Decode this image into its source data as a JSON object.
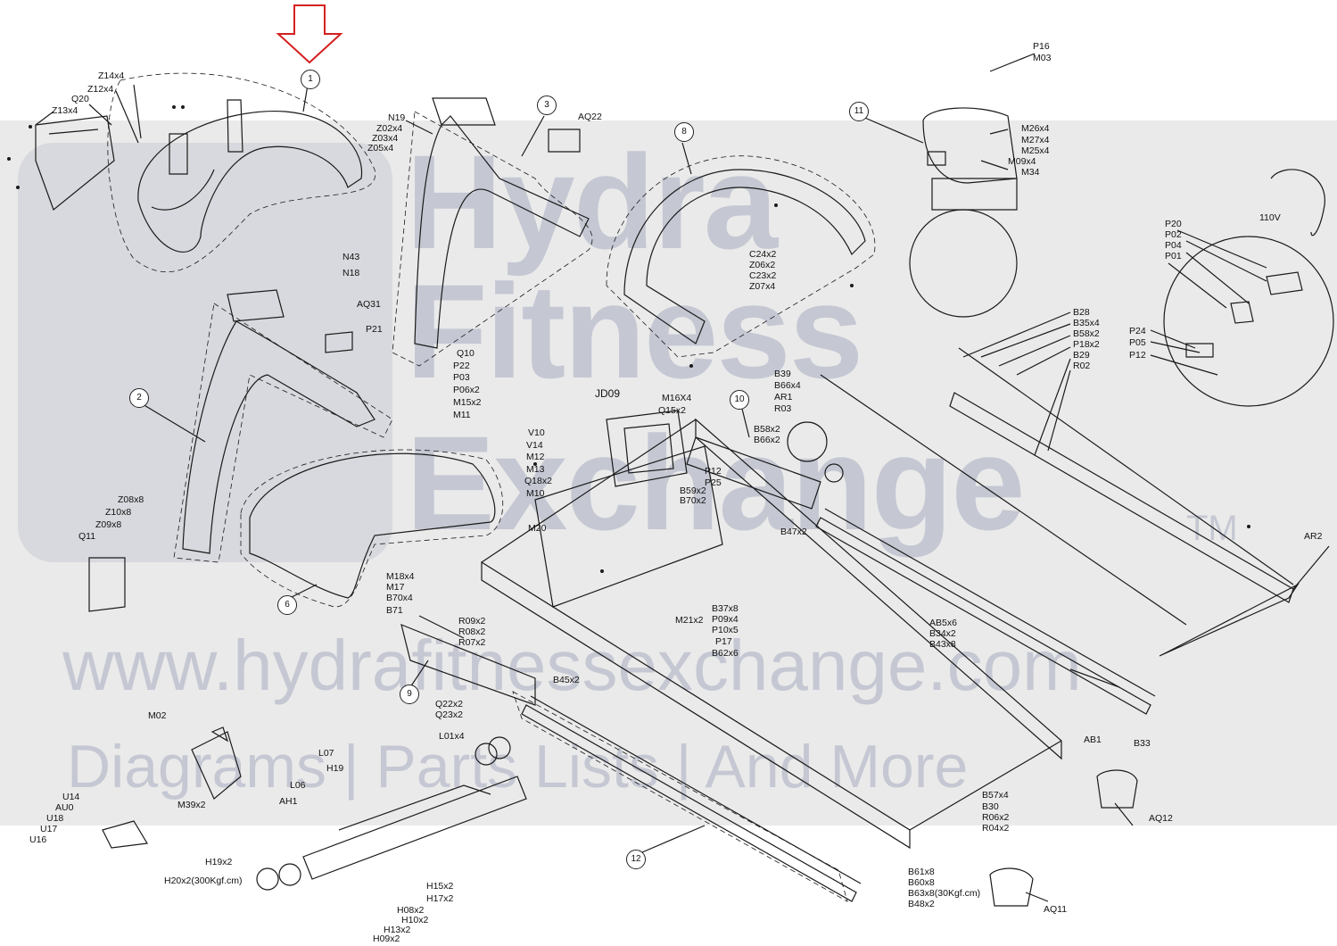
{
  "watermark": {
    "line1": "Hydra",
    "line2": "Fitness",
    "line3": "Exchange",
    "tm": "TM",
    "url": "www.hydrafitnessexchange.com",
    "tagline": "Diagrams | Parts Lists | And More"
  },
  "callouts": [
    "1",
    "2",
    "3",
    "6",
    "8",
    "9",
    "10",
    "11",
    "12"
  ],
  "parts": {
    "p1": [
      "Z14x4",
      "Z12x4",
      "Q20",
      "Z13x4"
    ],
    "p2": [
      "N19",
      "Z02x4",
      "Z03x4",
      "Z05x4"
    ],
    "p3": [
      "AQ22"
    ],
    "p4": [
      "N43",
      "N18"
    ],
    "p5": [
      "AQ31",
      "P21"
    ],
    "p6": [
      "Q10",
      "P22",
      "P03",
      "P06x2",
      "M15x2",
      "M11"
    ],
    "p7": [
      "Z08x8",
      "Z10x8",
      "Z09x8",
      "Q11"
    ],
    "p8": [
      "V10",
      "V14",
      "M12",
      "M13",
      "Q18x2",
      "M10"
    ],
    "p9": [
      "M20"
    ],
    "p10": [
      "JD09",
      "M16X4",
      "Q15x2"
    ],
    "p11": [
      "P12",
      "P25",
      "B59x2",
      "B70x2"
    ],
    "p12": [
      "C24x2",
      "Z06x2",
      "C23x2",
      "Z07x4"
    ],
    "p13": [
      "P16",
      "M03"
    ],
    "p14": [
      "M26x4",
      "M27x4",
      "M25x4",
      "M09x4",
      "M34"
    ],
    "p15": [
      "110V",
      "P20",
      "P02",
      "P04",
      "P01"
    ],
    "p16": [
      "P24",
      "P05",
      "P12"
    ],
    "p17": [
      "B28",
      "B35x4",
      "B58x2",
      "P18x2",
      "B29",
      "R02"
    ],
    "p18": [
      "B39",
      "B66x4",
      "AR1",
      "R03"
    ],
    "p19": [
      "B58x2",
      "B66x2",
      "B47x2"
    ],
    "p20": [
      "AR2"
    ],
    "p21": [
      "M18x4",
      "M17",
      "B70x4",
      "B71"
    ],
    "p22": [
      "R09x2",
      "R08x2",
      "R07x2"
    ],
    "p23": [
      "M21x2"
    ],
    "p24": [
      "B37x8",
      "P09x4",
      "P10x5",
      "P17",
      "B62x6"
    ],
    "p25": [
      "AB5x6",
      "B34x2",
      "B43x8"
    ],
    "p26": [
      "B45x2"
    ],
    "p27": [
      "Q22x2",
      "Q23x2"
    ],
    "p28": [
      "M02",
      "M39x2"
    ],
    "p29": [
      "L07",
      "H19",
      "L06",
      "AH1"
    ],
    "p30": [
      "L01x4"
    ],
    "p31": [
      "U14",
      "AU0",
      "U18",
      "U17",
      "U16"
    ],
    "p32": [
      "H19x2",
      "H20x2(300Kgf.cm)"
    ],
    "p33": [
      "H15x2",
      "H17x2",
      "H08x2",
      "H10x2",
      "H13x2",
      "H09x2"
    ],
    "p34": [
      "AB1",
      "B33"
    ],
    "p35": [
      "B57x4",
      "B30",
      "R06x2",
      "R04x2"
    ],
    "p36": [
      "AQ12"
    ],
    "p37": [
      "B61x8",
      "B60x8",
      "B63x8(30Kgf.cm)",
      "B48x2"
    ],
    "p38": [
      "AQ11"
    ]
  },
  "colors": {
    "arrow": "#d42020",
    "line": "#1a1a1a",
    "watermark": "#9aa1b8"
  }
}
